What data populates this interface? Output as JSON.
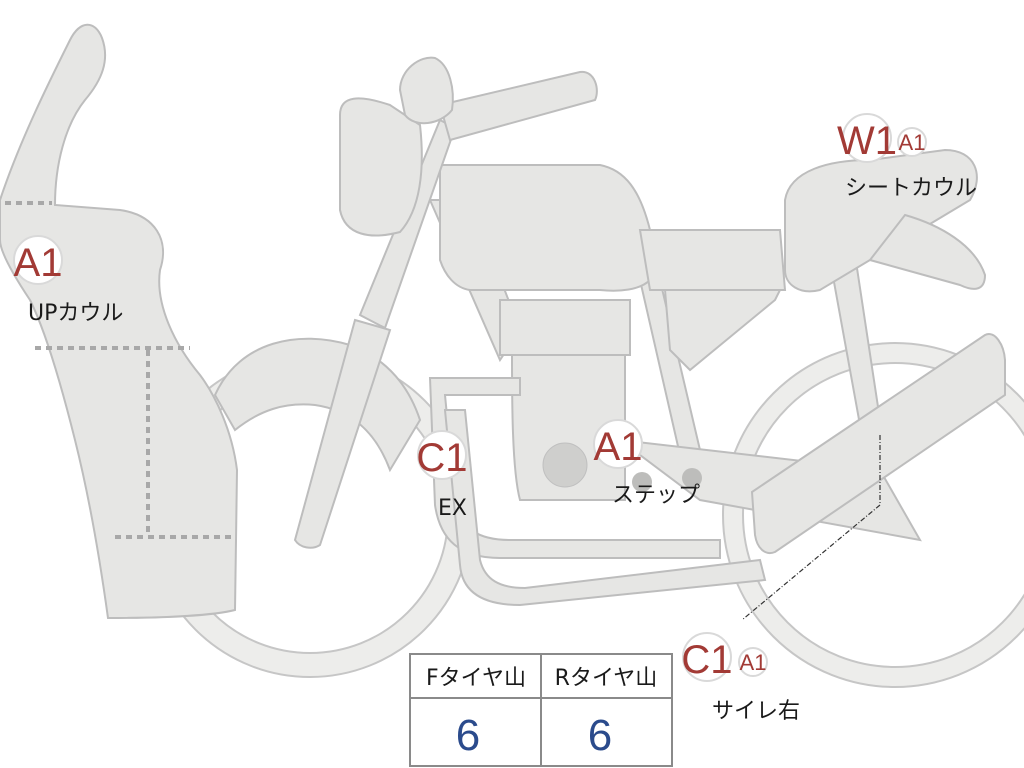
{
  "damage_marks": {
    "up_cowl": {
      "grade": "A1",
      "label": "UPカウル"
    },
    "exhaust": {
      "grade": "C1",
      "label": "EX"
    },
    "step": {
      "grade": "A1",
      "label": "ステップ"
    },
    "seat_cowl": {
      "grade": "W1",
      "sub_grade": "A1",
      "label": "シートカウル"
    },
    "silencer_right": {
      "grade": "C1",
      "sub_grade": "A1",
      "label": "サイレ右"
    }
  },
  "tire_table": {
    "front_header": "Fタイヤ山",
    "rear_header": "Rタイヤ山",
    "front_value": "6",
    "rear_value": "6"
  }
}
